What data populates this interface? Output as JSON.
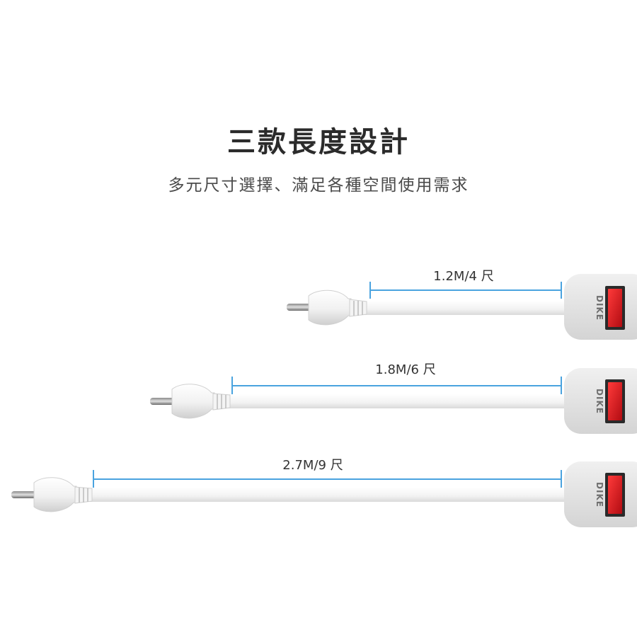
{
  "title": "三款長度設計",
  "subtitle": "多元尺寸選擇、滿足各種空間使用需求",
  "cords": [
    {
      "length_label": "1.2M/4 尺",
      "brand": "DIKE"
    },
    {
      "length_label": "1.8M/6 尺",
      "brand": "DIKE"
    },
    {
      "length_label": "2.7M/9 尺",
      "brand": "DIKE"
    }
  ],
  "colors": {
    "measure_line": "#4aa3df",
    "switch_red": "#d71920",
    "housing": "#e6e6e6",
    "cord": "#f3f3f3"
  }
}
